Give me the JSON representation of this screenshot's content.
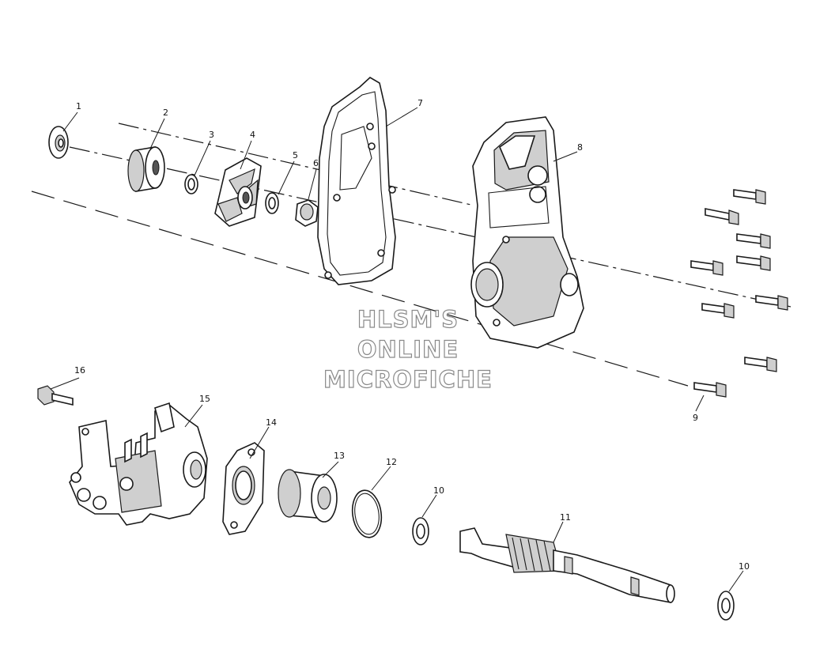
{
  "diagram": {
    "callouts": {
      "c1": "1",
      "c2": "2",
      "c3": "3",
      "c4": "4",
      "c5": "5",
      "c6": "6",
      "c7": "7",
      "c8": "8",
      "c9": "9",
      "c10a": "10",
      "c10b": "10",
      "c11": "11",
      "c12": "12",
      "c13": "13",
      "c14": "14",
      "c15": "15",
      "c16": "16"
    },
    "watermark": {
      "line1": "HLSM'S",
      "line2": "ONLINE",
      "line3": "MICROFICHE"
    }
  }
}
